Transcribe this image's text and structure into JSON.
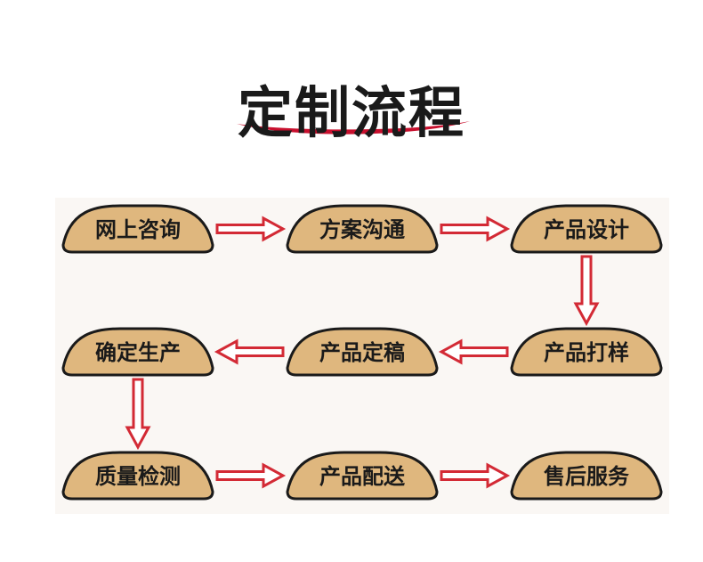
{
  "title": "定制流程",
  "colors": {
    "node_fill": "#dfb77e",
    "node_stroke": "#1a1a1a",
    "arrow_stroke": "#d32a35",
    "arrow_fill": "#ffffff",
    "underline": "#c8102e"
  },
  "steps": [
    {
      "id": "step-1",
      "label": "网上咨询"
    },
    {
      "id": "step-2",
      "label": "方案沟通"
    },
    {
      "id": "step-3",
      "label": "产品设计"
    },
    {
      "id": "step-4",
      "label": "产品打样"
    },
    {
      "id": "step-5",
      "label": "产品定稿"
    },
    {
      "id": "step-6",
      "label": "确定生产"
    },
    {
      "id": "step-7",
      "label": "质量检测"
    },
    {
      "id": "step-8",
      "label": "产品配送"
    },
    {
      "id": "step-9",
      "label": "售后服务"
    }
  ],
  "edges": [
    {
      "from": "step-1",
      "to": "step-2"
    },
    {
      "from": "step-2",
      "to": "step-3"
    },
    {
      "from": "step-3",
      "to": "step-4"
    },
    {
      "from": "step-4",
      "to": "step-5"
    },
    {
      "from": "step-5",
      "to": "step-6"
    },
    {
      "from": "step-6",
      "to": "step-7"
    },
    {
      "from": "step-7",
      "to": "step-8"
    },
    {
      "from": "step-8",
      "to": "step-9"
    }
  ]
}
